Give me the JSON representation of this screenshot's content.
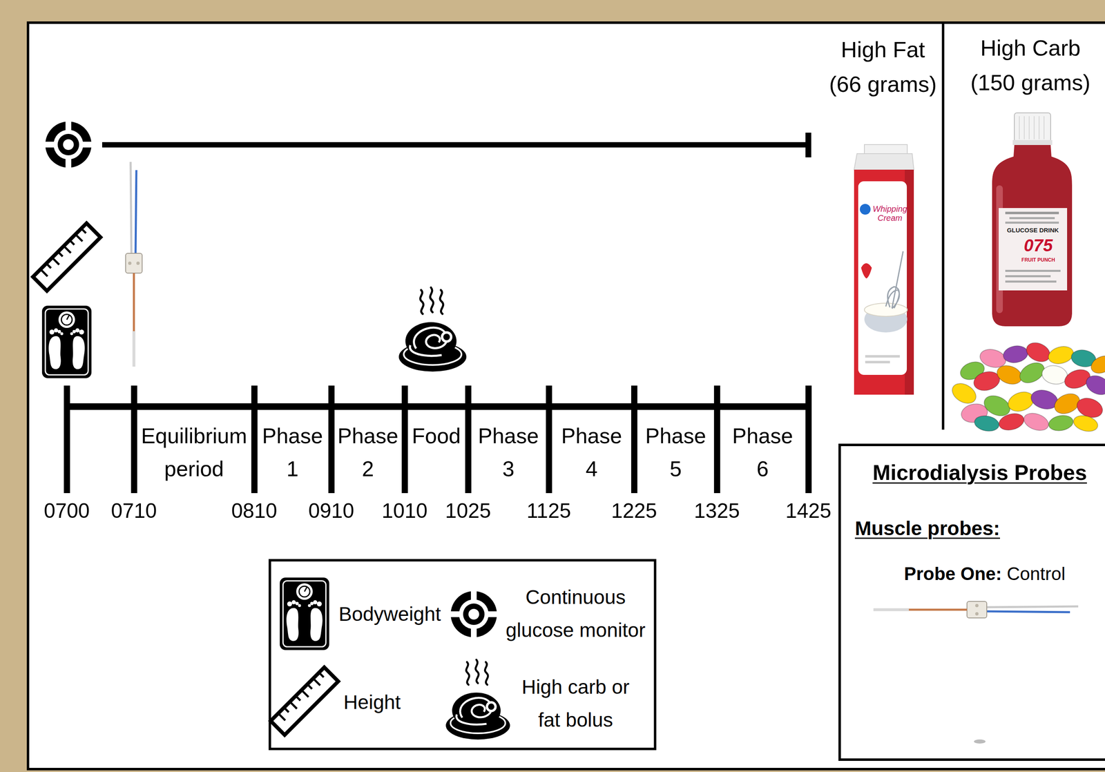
{
  "diagram": {
    "nodes": [
      {
        "text": [
          "Microdialysis Probes",
          "Muscle probes:",
          "Probe One:",
          "Control"
        ]
      }
    ],
    "labels": [
      "High Fat (66 grams)",
      "High Carb (150 grams)",
      "Whipping Cream",
      "GLUCOSE DRINK",
      "075",
      "FRUIT PUNCH",
      "Equilibrium period",
      "Phase 1",
      "Phase 2",
      "Food",
      "Phase 3",
      "Phase 4",
      "Phase 5",
      "Phase 6",
      "0700",
      "0710",
      "0810",
      "0910",
      "1010",
      "1025",
      "1125",
      "1225",
      "1325",
      "1425"
    ],
    "legend": [
      {
        "text": "Bodyweight"
      },
      {
        "text": "Continuous glucose monitor"
      },
      {
        "text": "Height"
      },
      {
        "text": "High carb or fat bolus"
      }
    ]
  }
}
